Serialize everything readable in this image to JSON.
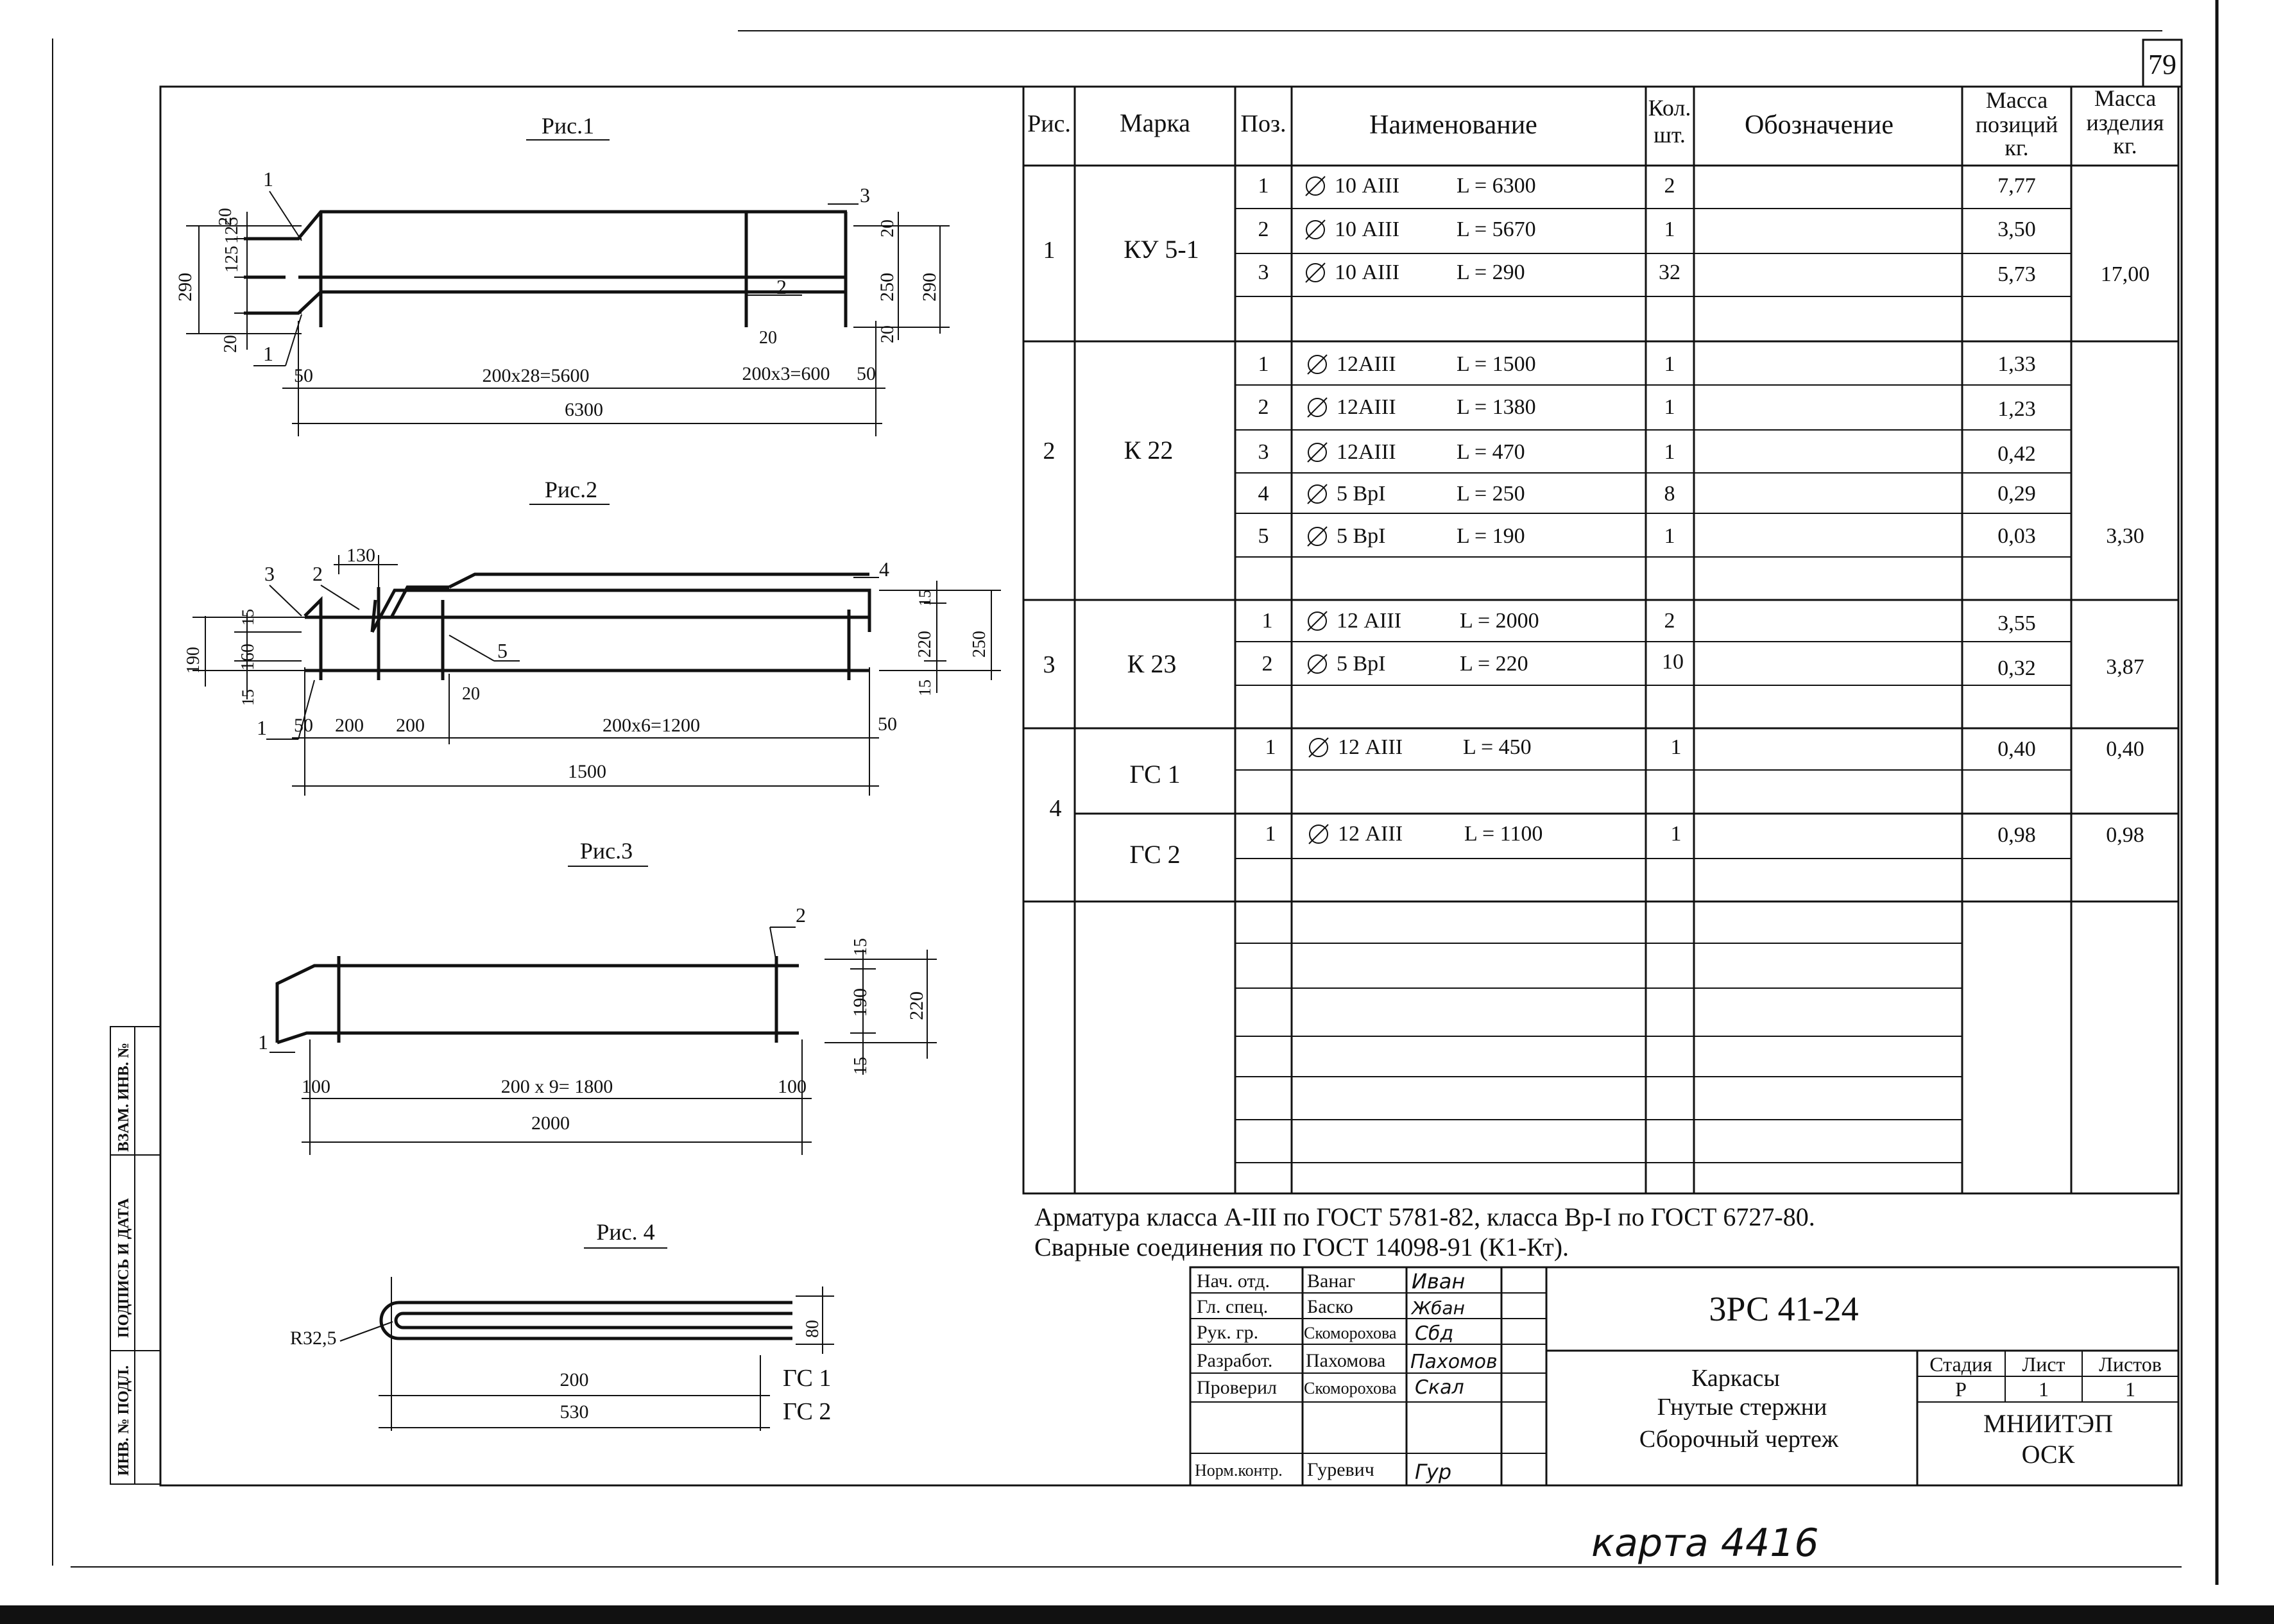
{
  "page_number": "79",
  "figures": {
    "fig1": {
      "title": "Рис.1",
      "callouts": [
        "1",
        "3",
        "2",
        "1"
      ],
      "dims_left": [
        "290",
        "20",
        "125",
        "125",
        "20"
      ],
      "dims_right": [
        "20",
        "250",
        "290",
        "20"
      ],
      "small": [
        "20"
      ],
      "dims_bottom": [
        "50",
        "200x28=5600",
        "200x3=600",
        "50"
      ],
      "overall": "6300"
    },
    "fig2": {
      "title": "Рис.2",
      "top_dim": "130",
      "callouts": [
        "3",
        "2",
        "4",
        "5",
        "1"
      ],
      "dims_left": [
        "190",
        "15",
        "160",
        "15"
      ],
      "dims_right": [
        "15",
        "220",
        "250",
        "15"
      ],
      "small": [
        "20"
      ],
      "dims_bottom": [
        "50",
        "200",
        "200",
        "200x6=1200",
        "50"
      ],
      "overall": "1500"
    },
    "fig3": {
      "title": "Рис.3",
      "callouts": [
        "2",
        "1"
      ],
      "dims_right": [
        "15",
        "190",
        "220",
        "15"
      ],
      "dims_bottom": [
        "100",
        "200 x 9= 1800",
        "100"
      ],
      "overall": "2000"
    },
    "fig4": {
      "title": "Рис. 4",
      "radius": "R32,5",
      "dim_height": "80",
      "dims": [
        "200",
        "530"
      ],
      "labels": [
        "ГС 1",
        "ГС 2"
      ]
    }
  },
  "side_stamp": [
    "ВЗАМ. ИНВ. №",
    "ПОДПИСЬ И ДАТА",
    "ИНВ. № ПОДЛ."
  ],
  "spec_table": {
    "headers": {
      "fig": "Рис.",
      "mark": "Марка",
      "pos": "Поз.",
      "name": "Наименование",
      "qty": "Кол. шт.",
      "designation": "Обозначение",
      "mass_pos": "Масса позиций кг.",
      "mass_item": "Масса изделия кг."
    },
    "groups": [
      {
        "fig": "1",
        "mark": "КУ 5-1",
        "mass_item": "17,00",
        "rows": [
          {
            "pos": "1",
            "dia": "10 АIII",
            "len": "L = 6300",
            "qty": "2",
            "mass": "7,77"
          },
          {
            "pos": "2",
            "dia": "10 АIII",
            "len": "L = 5670",
            "qty": "1",
            "mass": "3,50"
          },
          {
            "pos": "3",
            "dia": "10 АIII",
            "len": "L = 290",
            "qty": "32",
            "mass": "5,73"
          }
        ]
      },
      {
        "fig": "2",
        "mark": "К 22",
        "mass_item": "3,30",
        "rows": [
          {
            "pos": "1",
            "dia": "12АIII",
            "len": "L = 1500",
            "qty": "1",
            "mass": "1,33"
          },
          {
            "pos": "2",
            "dia": "12АIII",
            "len": "L = 1380",
            "qty": "1",
            "mass": "1,23"
          },
          {
            "pos": "3",
            "dia": "12АIII",
            "len": "L = 470",
            "qty": "1",
            "mass": "0,42"
          },
          {
            "pos": "4",
            "dia": "5 ВрI",
            "len": "L = 250",
            "qty": "8",
            "mass": "0,29"
          },
          {
            "pos": "5",
            "dia": "5 ВрI",
            "len": "L = 190",
            "qty": "1",
            "mass": "0,03"
          }
        ]
      },
      {
        "fig": "3",
        "mark": "К 23",
        "mass_item": "3,87",
        "rows": [
          {
            "pos": "1",
            "dia": "12 АIII",
            "len": "L = 2000",
            "qty": "2",
            "mass": "3,55"
          },
          {
            "pos": "2",
            "dia": "5 ВрI",
            "len": "L = 220",
            "qty": "10",
            "mass": "0,32"
          }
        ]
      },
      {
        "fig": "4",
        "mark": "ГС 1",
        "mass_item": "0,40",
        "rows": [
          {
            "pos": "1",
            "dia": "12 АIII",
            "len": "L = 450",
            "qty": "1",
            "mass": "0,40"
          }
        ]
      },
      {
        "fig": "",
        "mark": "ГС 2",
        "mass_item": "0,98",
        "rows": [
          {
            "pos": "1",
            "dia": "12 АIII",
            "len": "L = 1100",
            "qty": "1",
            "mass": "0,98"
          }
        ]
      }
    ]
  },
  "notes": [
    "Арматура  класса  А-III по ГОСТ 5781-82,  класса Вр-I по ГОСТ 6727-80.",
    "Сварные соединения по ГОСТ 14098-91 (К1-Кт)."
  ],
  "title_block": {
    "roles": [
      "Нач. отд.",
      "Гл. спец.",
      "Рук. гр.",
      "Разработ.",
      "Проверил",
      "",
      "Норм.контр."
    ],
    "names": [
      "Ванаг",
      "Баско",
      "Скоморохова",
      "Пахомова",
      "Скоморохова",
      "",
      "Гуревич"
    ],
    "signatures": [
      "Иван",
      "Жбан",
      "Сбд",
      "Пахомов",
      "Скал",
      "",
      "Гур"
    ],
    "code": "3РС 41-24",
    "description": [
      "Каркасы",
      "Гнутые стержни",
      "Сборочный   чертеж"
    ],
    "stage_label": "Стадия",
    "sheet_label": "Лист",
    "sheets_label": "Листов",
    "stage": "Р",
    "sheet": "1",
    "sheets": "1",
    "org": [
      "МНИИТЭП",
      "ОСК"
    ]
  },
  "handwritten_note": "карта 4416"
}
